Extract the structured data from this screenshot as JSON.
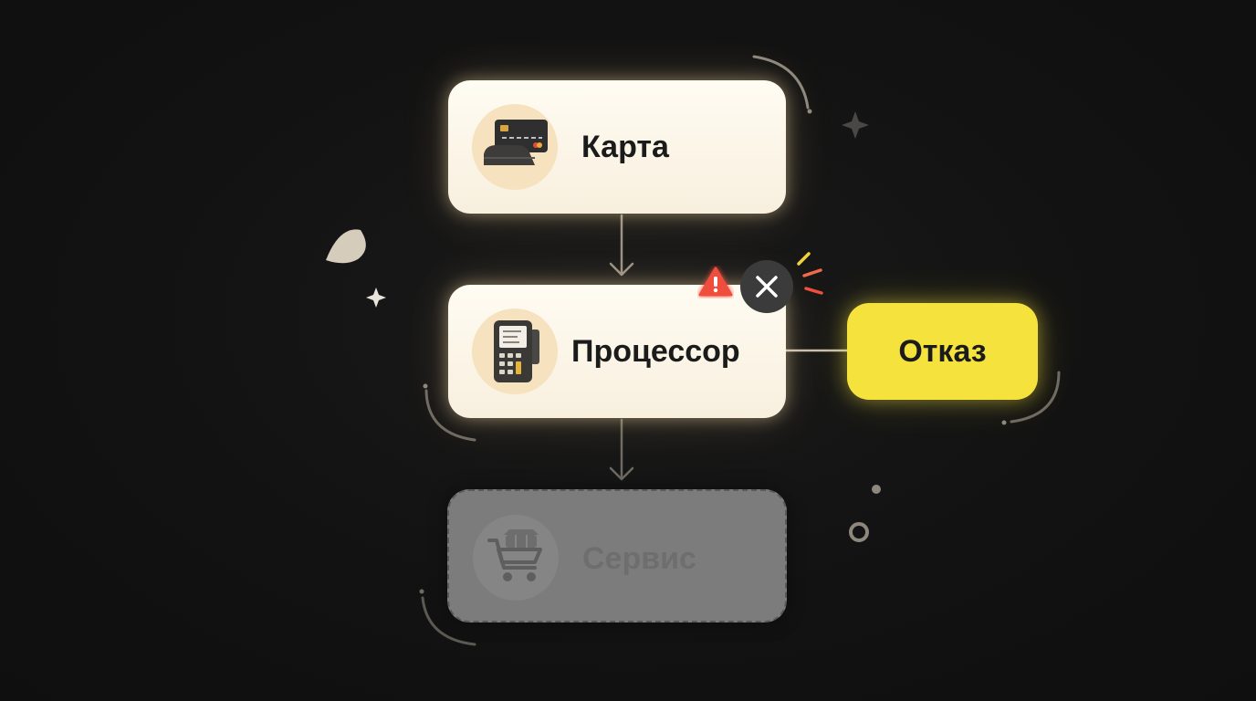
{
  "diagram": {
    "nodes": [
      {
        "id": "card",
        "label": "Карта",
        "icon": "credit-card-icon",
        "state": "active"
      },
      {
        "id": "processor",
        "label": "Процессор",
        "icon": "pos-terminal-icon",
        "state": "active"
      },
      {
        "id": "service",
        "label": "Сервис",
        "icon": "shopping-cart-icon",
        "state": "disabled"
      }
    ],
    "outcome": {
      "label": "Отказ",
      "color": "#f5e23d"
    },
    "edges": [
      {
        "from": "card",
        "to": "processor",
        "type": "arrow"
      },
      {
        "from": "processor",
        "to": "service",
        "type": "arrow"
      },
      {
        "from": "processor",
        "to": "outcome",
        "type": "line"
      }
    ],
    "status_icons": [
      "warning-icon",
      "close-icon"
    ],
    "colors": {
      "background": "#121212",
      "node_fill": "#fdf6e8",
      "icon_circle": "#f7e2bf",
      "disabled_node": "#7c7c7c",
      "outcome_fill": "#f5e23d",
      "connector": "#9a9284",
      "warning": "#f04e3e"
    }
  }
}
